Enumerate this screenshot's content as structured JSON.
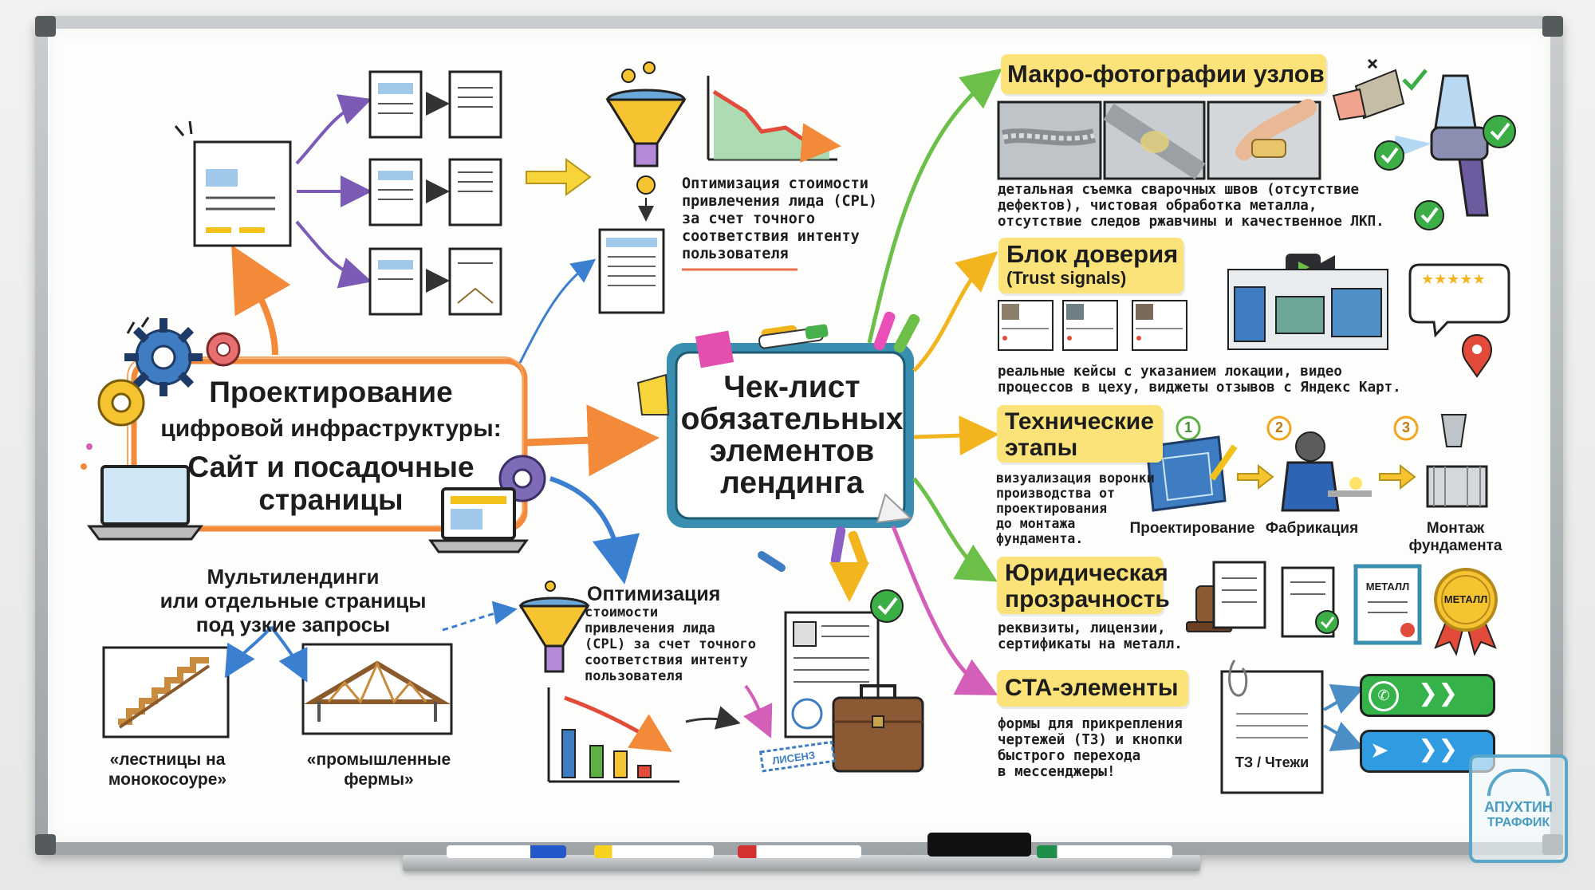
{
  "center": {
    "title": "Чек-лист\nобязательных\nэлементов\nлендинга"
  },
  "left": {
    "main_title_line1": "Проектирование",
    "main_title_line2": "цифровой инфраструктуры:",
    "main_title_line3": "Сайт и посадочные\nстраницы",
    "cpl_top": "Оптимизация стоимости\nпривлечения лида (CPL)\nза счет точного\nсоответствия интенту\nпользователя",
    "multi_title": "Мультилендинги\nили отдельные страницы\nпод узкие запросы",
    "cpl_bottom_title": "Оптимизация",
    "cpl_bottom_text": "стоимости\nпривлечения лида\n(CPL) за счет точного\nсоответствия интенту\nпользователя",
    "stairs_caption": "«лестницы на\nмонокосоуре»",
    "truss_caption": "«промышленные\nфермы»",
    "stamp_text": "ЛИСЕНЗ"
  },
  "sections": {
    "macro": {
      "title": "Макро-фотографии узлов",
      "text": "детальная съемка сварочных швов (отсутствие\nдефектов), чистовая обработка металла,\nотсутствие следов ржавчины и качественное ЛКП."
    },
    "trust": {
      "title": "Блок доверия",
      "subtitle": "(Trust signals)",
      "text": "реальные кейсы с указанием локации, видео\nпроцессов в цеху, виджеты отзывов с Яндекс Карт."
    },
    "tech": {
      "title": "Технические\nэтапы",
      "text": "визуализация воронки\nпроизводства от\nпроектирования\nдо монтажа\nфундамента.",
      "steps": [
        {
          "num": "1",
          "label": "Проектирование"
        },
        {
          "num": "2",
          "label": "Фабрикация"
        },
        {
          "num": "3",
          "label": "Монтаж\nфундамента"
        }
      ]
    },
    "legal": {
      "title": "Юридическая\nпрозрачность",
      "text": "реквизиты, лицензии,\nсертификаты на металл.",
      "cert_label": "МЕТАЛЛ",
      "medal_label": "МЕТАЛЛ"
    },
    "cta": {
      "title": "CTA-элементы",
      "text": "формы для прикрепления\nчертежей (ТЗ) и кнопки\nбыстрого перехода\nв мессенджеры!",
      "doc_label": "ТЗ / Чтежи"
    }
  },
  "logo": {
    "line1": "АПУХТИН",
    "line2": "ТРАФФИК"
  },
  "colors": {
    "orange": "#f28a3a",
    "yellow_highlight": "#fbe37a",
    "green_arrow": "#6cc04a",
    "pink_arrow": "#d45fb8",
    "blue_arrow": "#3b7fd0",
    "teal_frame": "#3a8fb0",
    "whatsapp": "#35b34a",
    "telegram": "#2f9be0"
  },
  "icons": [
    "gear-icon",
    "laptop-icon",
    "document-icon",
    "funnel-icon",
    "chart-icon",
    "checklist-icon",
    "briefcase-icon",
    "camera-icon",
    "review-stars-icon",
    "map-pin-icon",
    "welder-icon",
    "blueprint-icon",
    "foundation-icon",
    "stamp-icon",
    "certificate-icon",
    "medal-icon",
    "whatsapp-icon",
    "telegram-icon",
    "spray-gun-icon",
    "checkmark-icon"
  ]
}
